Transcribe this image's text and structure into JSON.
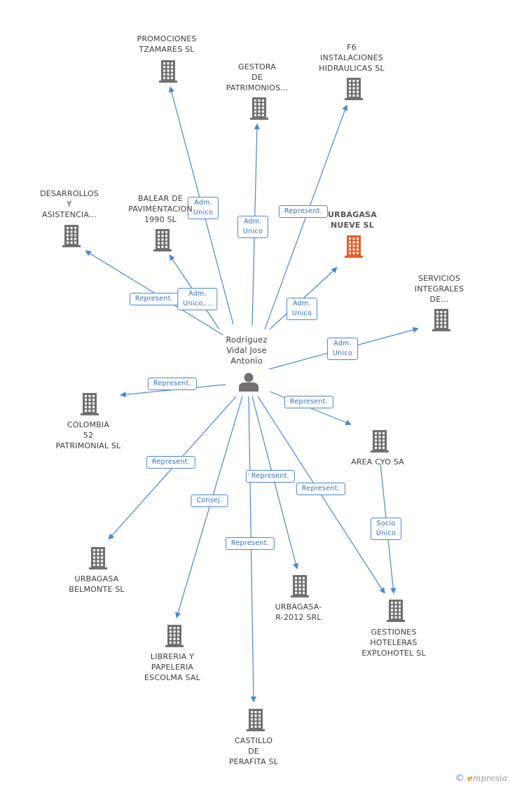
{
  "colors": {
    "edge": "#4a86d4",
    "building": "#707070",
    "building_focus": "#f05a28",
    "person": "#707070"
  },
  "center": {
    "name": "Rodriguez\nVidal Jose\nAntonio",
    "icon": "person-icon"
  },
  "nodes": [
    {
      "id": "promociones",
      "name": "PROMOCIONES\nTZAMARES SL",
      "icon": "building-icon"
    },
    {
      "id": "gestora",
      "name": "GESTORA\nDE\nPATRIMONIOS...",
      "icon": "building-icon"
    },
    {
      "id": "f6",
      "name": "F6\nINSTALACIONES\nHIDRAULICAS SL",
      "icon": "building-icon"
    },
    {
      "id": "desarrollos",
      "name": "DESARROLLOS\nY\nASISTENCIA...",
      "icon": "building-icon"
    },
    {
      "id": "balear",
      "name": "BALEAR DE\nPAVIMENTACION\n1990  SL",
      "icon": "building-icon"
    },
    {
      "id": "urbagasa-nueve",
      "name": "URBAGASA\nNUEVE SL",
      "icon": "building-icon",
      "focus": true
    },
    {
      "id": "servicios",
      "name": "SERVICIOS\nINTEGRALES\nDE...",
      "icon": "building-icon"
    },
    {
      "id": "colombia",
      "name": "COLOMBIA\n52\nPATRIMONIAL SL",
      "icon": "building-icon"
    },
    {
      "id": "area",
      "name": "AREA CYO SA",
      "icon": "building-icon"
    },
    {
      "id": "belmonte",
      "name": "URBAGASA\nBELMONTE SL",
      "icon": "building-icon"
    },
    {
      "id": "r2012",
      "name": "URBAGASA-\nR-2012 SRL",
      "icon": "building-icon"
    },
    {
      "id": "gestiones",
      "name": "GESTIONES\nHOTELERAS\nEXPLOHOTEL SL",
      "icon": "building-icon"
    },
    {
      "id": "libreria",
      "name": "LIBRERIA Y\nPAPELERIA\nESCOLMA SAL",
      "icon": "building-icon"
    },
    {
      "id": "castillo",
      "name": "CASTILLO\nDE\nPERAFITA SL",
      "icon": "building-icon"
    }
  ],
  "edges": [
    {
      "from": "center",
      "to": "promociones",
      "label": "Adm.\nUnico"
    },
    {
      "from": "center",
      "to": "gestora",
      "label": "Adm.\nUnico"
    },
    {
      "from": "center",
      "to": "f6",
      "label": "Represent."
    },
    {
      "from": "center",
      "to": "desarrollos",
      "label": "Represent."
    },
    {
      "from": "center",
      "to": "balear",
      "label": "Adm.\nUnico,..."
    },
    {
      "from": "center",
      "to": "urbagasa-nueve",
      "label": "Adm.\nUnico"
    },
    {
      "from": "center",
      "to": "servicios",
      "label": "Adm.\nUnico"
    },
    {
      "from": "center",
      "to": "colombia",
      "label": "Represent."
    },
    {
      "from": "center",
      "to": "area",
      "label": "Represent."
    },
    {
      "from": "center",
      "to": "belmonte",
      "label": "Represent."
    },
    {
      "from": "center",
      "to": "libreria",
      "label": "Consej."
    },
    {
      "from": "center",
      "to": "r2012",
      "label": "Represent."
    },
    {
      "from": "center",
      "to": "gestiones",
      "label": "Represent."
    },
    {
      "from": "center",
      "to": "castillo",
      "label": "Represent."
    },
    {
      "from": "area",
      "to": "gestiones",
      "label": "Socio\nÚnico"
    }
  ],
  "footer": {
    "copyright": "©",
    "brand_initial": "e",
    "brand_rest": "mpresia"
  }
}
